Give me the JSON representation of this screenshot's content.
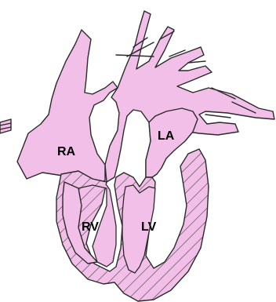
{
  "diagram": {
    "colors": {
      "fill": "#f2bfe8",
      "stroke": "#2a2a2a",
      "hatch": "#4a4a4a",
      "background": "#ffffff"
    },
    "labels": {
      "ra": "RA",
      "la": "LA",
      "rv": "RV",
      "lv": "LV"
    }
  }
}
